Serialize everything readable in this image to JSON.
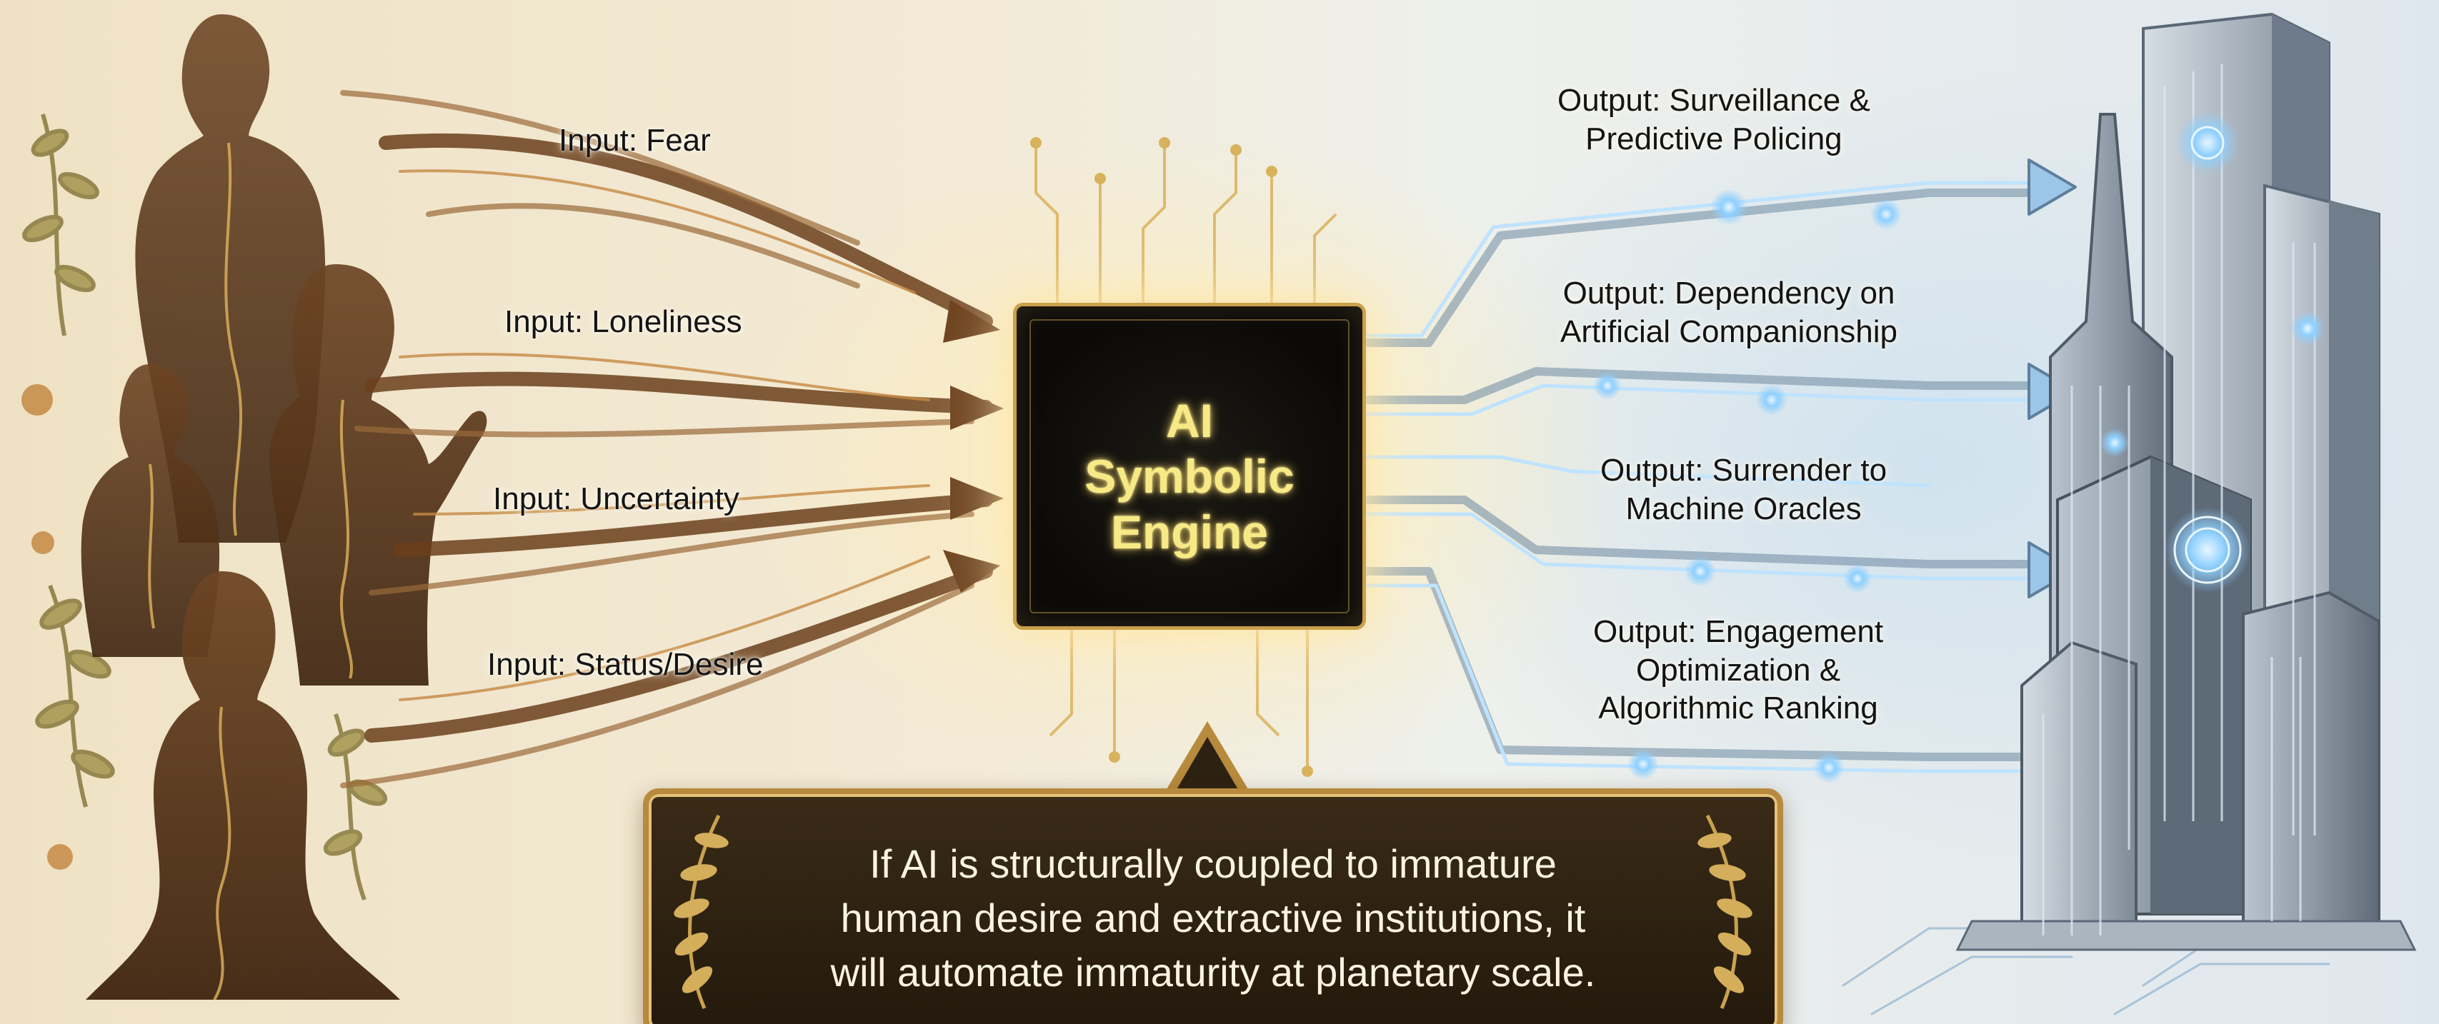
{
  "colors": {
    "root_brown": "#7a4a22",
    "gold_accent": "#caa04c",
    "chip_text": "#f7ea86",
    "circuit_blue": "#7fb4dc",
    "banner_bg": "#2a1f10",
    "banner_border": "#b78a3d",
    "banner_text": "#fbf4e2"
  },
  "engine": {
    "line1": "AI",
    "line2": "Symbolic",
    "line3": "Engine"
  },
  "inputs": [
    {
      "label": "Input: Fear"
    },
    {
      "label": "Input: Loneliness"
    },
    {
      "label": "Input: Uncertainty"
    },
    {
      "label": "Input: Status/Desire"
    }
  ],
  "outputs": [
    {
      "line1": "Output: Surveillance &",
      "line2": "Predictive Policing",
      "line3": ""
    },
    {
      "line1": "Output: Dependency on",
      "line2": "Artificial Companionship",
      "line3": ""
    },
    {
      "line1": "Output: Surrender to",
      "line2": "Machine Oracles",
      "line3": ""
    },
    {
      "line1": "Output: Engagement",
      "line2": "Optimization &",
      "line3": "Algorithmic Ranking"
    }
  ],
  "conclusion": {
    "line1": "If AI is structurally coupled to immature",
    "line2": "human desire and extractive institutions, it",
    "line3": "will automate immaturity at planetary scale."
  },
  "icons": [
    "human-figures-illustration",
    "root-arrows",
    "circuit-arrows",
    "chip-icon",
    "city-towers-illustration",
    "laurel-icon"
  ]
}
